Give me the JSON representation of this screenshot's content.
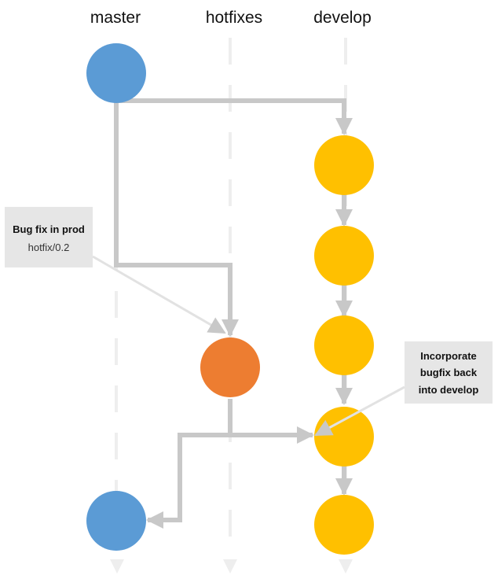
{
  "lanes": {
    "master": "master",
    "hotfixes": "hotfixes",
    "develop": "develop"
  },
  "callouts": {
    "hotfix": {
      "line1": "Bug fix in prod",
      "line2": "hotfix/0.2"
    },
    "incorporate": {
      "line1": "Incorporate",
      "line2": "bugfix back",
      "line3": "into develop"
    }
  },
  "colors": {
    "master_commit": "#5B9BD5",
    "hotfix_commit": "#ED7D31",
    "develop_commit": "#FFC000",
    "connector": "#C8C8C8",
    "lane_dash": "#EEEEEE",
    "callout_box": "#E6E6E6"
  },
  "commits": {
    "master": 2,
    "hotfixes": 1,
    "develop": 5
  }
}
